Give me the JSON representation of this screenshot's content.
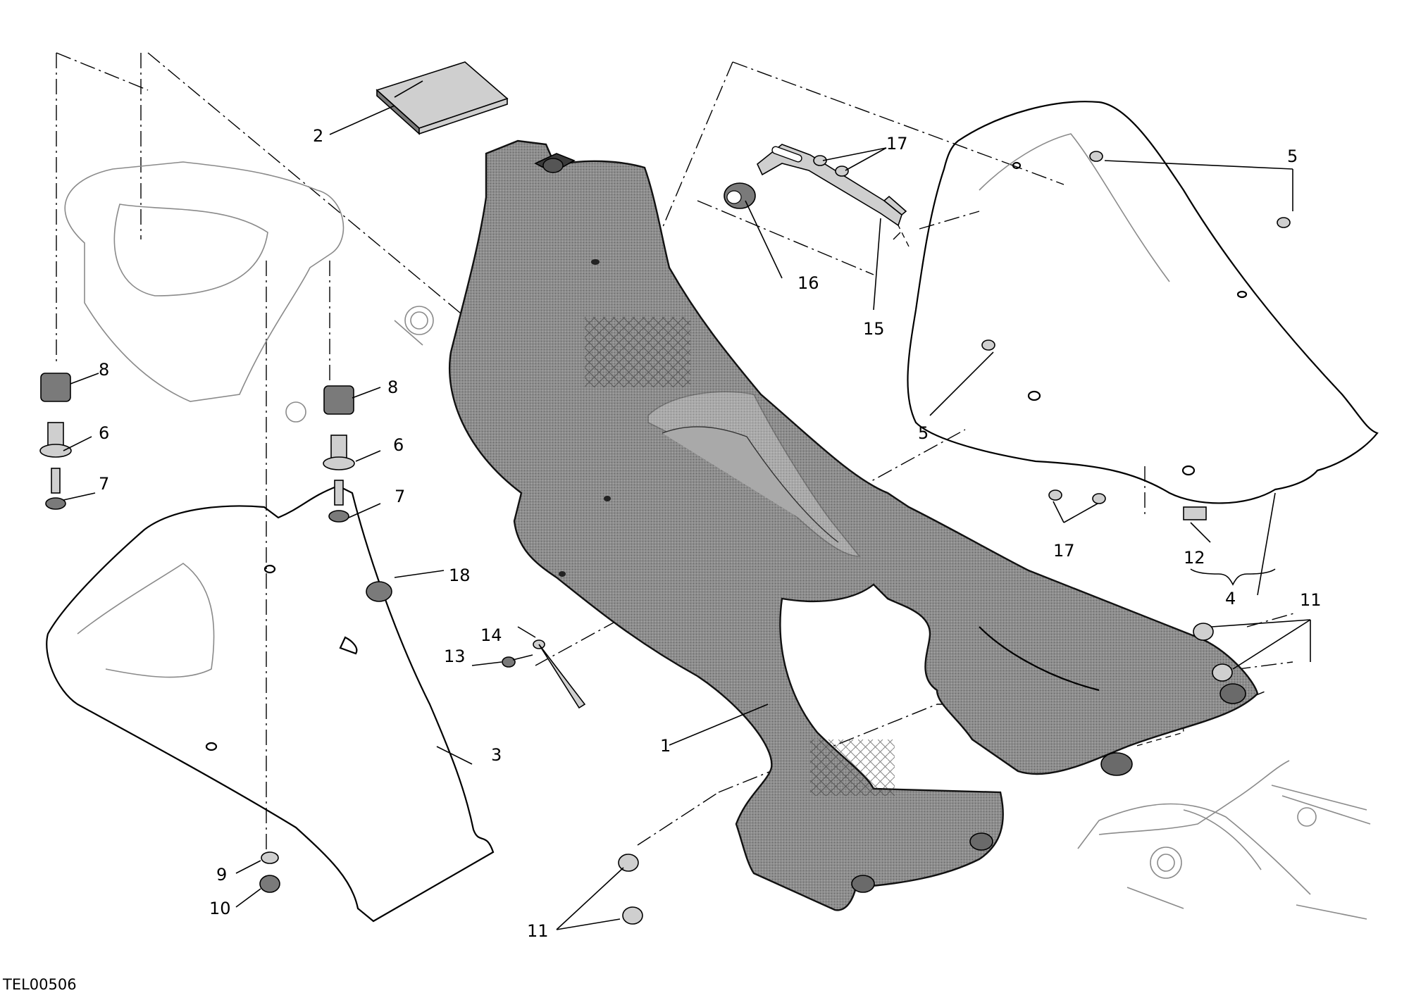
{
  "drawing_code": "TEL00506",
  "callouts": [
    {
      "id": "c1",
      "text": "1"
    },
    {
      "id": "c2",
      "text": "2"
    },
    {
      "id": "c3",
      "text": "3"
    },
    {
      "id": "c4",
      "text": "4"
    },
    {
      "id": "c5a",
      "text": "5"
    },
    {
      "id": "c5b",
      "text": "5"
    },
    {
      "id": "c6a",
      "text": "6"
    },
    {
      "id": "c6b",
      "text": "6"
    },
    {
      "id": "c7a",
      "text": "7"
    },
    {
      "id": "c7b",
      "text": "7"
    },
    {
      "id": "c8a",
      "text": "8"
    },
    {
      "id": "c8b",
      "text": "8"
    },
    {
      "id": "c9",
      "text": "9"
    },
    {
      "id": "c10",
      "text": "10"
    },
    {
      "id": "c11a",
      "text": "11"
    },
    {
      "id": "c11b",
      "text": "11"
    },
    {
      "id": "c12",
      "text": "12"
    },
    {
      "id": "c13",
      "text": "13"
    },
    {
      "id": "c14",
      "text": "14"
    },
    {
      "id": "c15",
      "text": "15"
    },
    {
      "id": "c16",
      "text": "16"
    },
    {
      "id": "c17a",
      "text": "17"
    },
    {
      "id": "c17b",
      "text": "17"
    },
    {
      "id": "c18",
      "text": "18"
    }
  ]
}
